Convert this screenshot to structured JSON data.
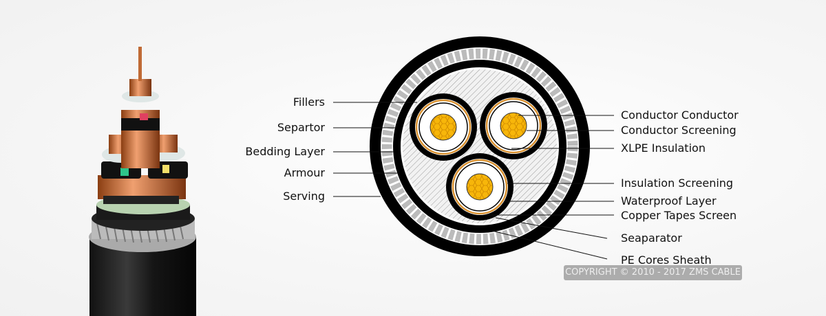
{
  "labels_left": [
    "Fillers",
    "Separtor",
    "Bedding Layer",
    "Armour",
    "Serving"
  ],
  "labels_right": [
    "Conductor Conductor",
    "Conductor Screening",
    "XLPE Insulation",
    "Insulation Screening",
    "Waterproof Layer",
    "Copper Tapes Screen",
    "Seaparator",
    "PE Cores Sheath"
  ],
  "copyright": "COPYRIGHT © 2010 - 2017 ZMS CABLE",
  "colors": {
    "copper": "#f5a800",
    "sheath": "#000000",
    "tape": "#d9902e",
    "armour_bg": "#ffffff"
  }
}
